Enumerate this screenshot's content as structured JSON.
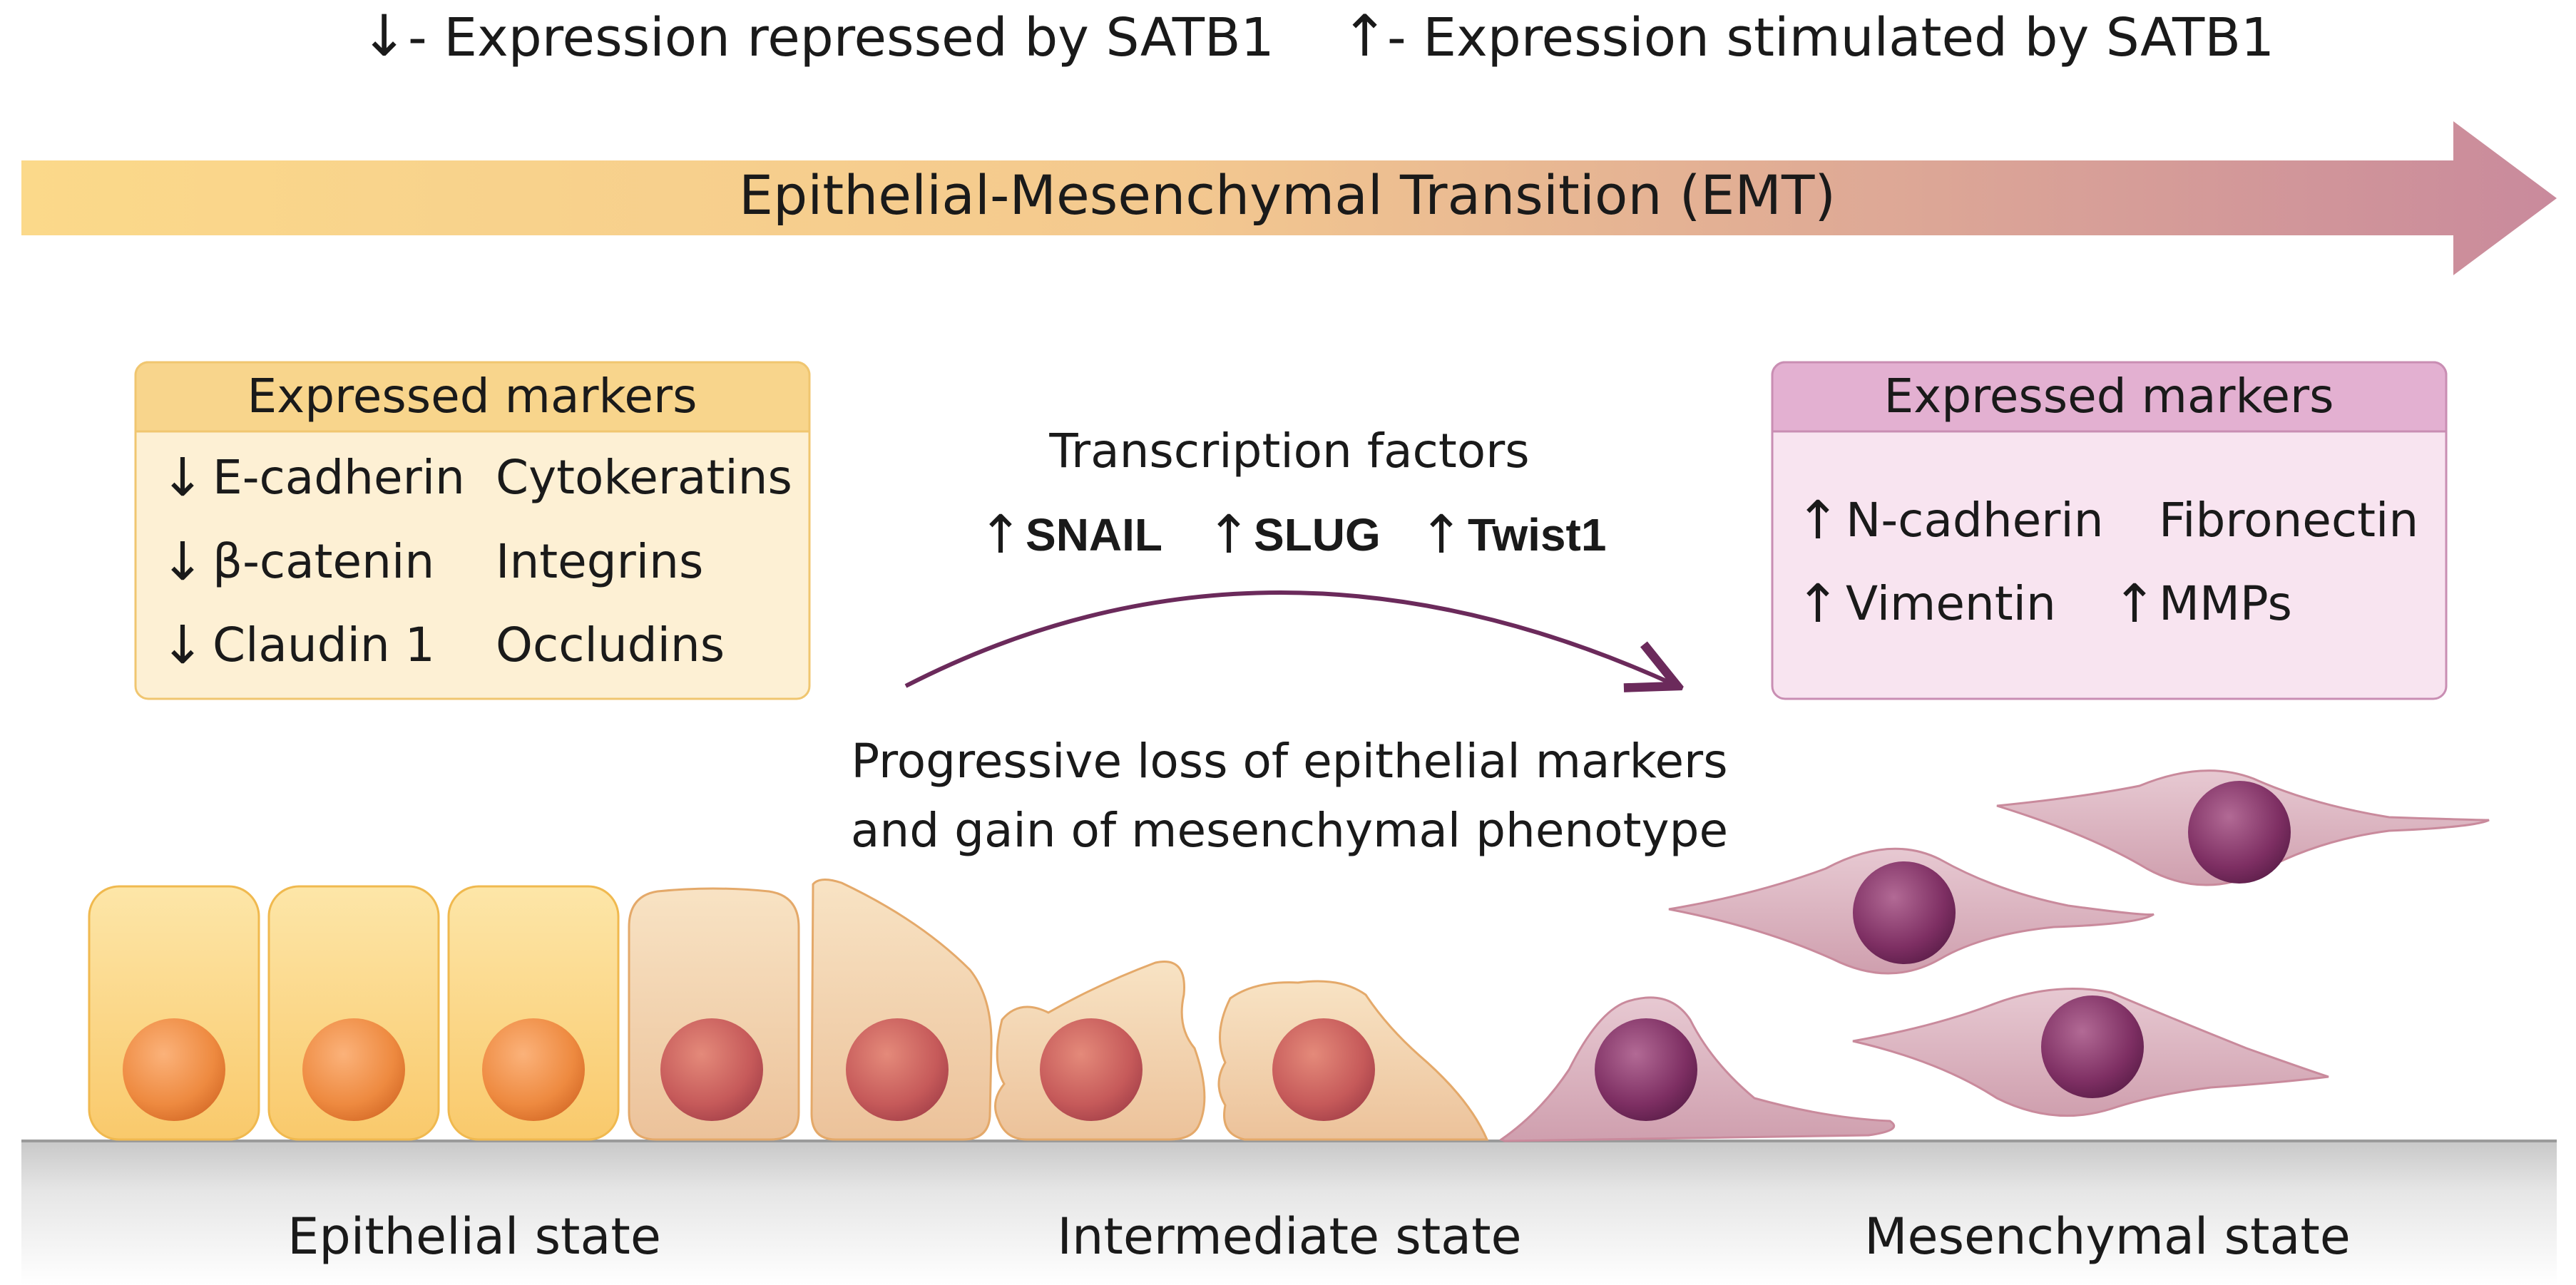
{
  "legend": {
    "repressed": {
      "arrow": "↓",
      "text": "- Expression repressed by SATB1",
      "color": "#b3182b"
    },
    "stimulated": {
      "arrow": "↑",
      "text": "- Expression stimulated by SATB1",
      "color": "#1f8a3a"
    }
  },
  "emt_banner": {
    "label": "Epithelial-Mesenchymal Transition (EMT)",
    "gradient_start": "#fbd98a",
    "gradient_end": "#c98a9c"
  },
  "epithelial_box": {
    "title": "Expressed markers",
    "rows": [
      {
        "arrow": "↓",
        "marker": "E-cadherin",
        "other": "Cytokeratins"
      },
      {
        "arrow": "↓",
        "marker": "β-catenin",
        "other": "Integrins"
      },
      {
        "arrow": "↓",
        "marker": "Claudin 1",
        "other": "Occludins"
      }
    ]
  },
  "transcription": {
    "title": "Transcription factors",
    "factors": [
      {
        "arrow": "↑",
        "name": "SNAIL"
      },
      {
        "arrow": "↑",
        "name": "SLUG"
      },
      {
        "arrow": "↑",
        "name": "Twist1"
      }
    ]
  },
  "mesenchymal_box": {
    "title": "Expressed markers",
    "rows": [
      {
        "arrow1": "↑",
        "marker1": "N-cadherin",
        "arrow2": "",
        "marker2": "Fibronectin"
      },
      {
        "arrow1": "↑",
        "marker1": "Vimentin",
        "arrow2": "↑",
        "marker2": "MMPs"
      }
    ]
  },
  "progression": {
    "line1": "Progressive loss of epithelial markers",
    "line2": "and gain of mesenchymal phenotype"
  },
  "states": {
    "epithelial": "Epithelial state",
    "intermediate": "Intermediate state",
    "mesenchymal": "Mesenchymal state"
  }
}
